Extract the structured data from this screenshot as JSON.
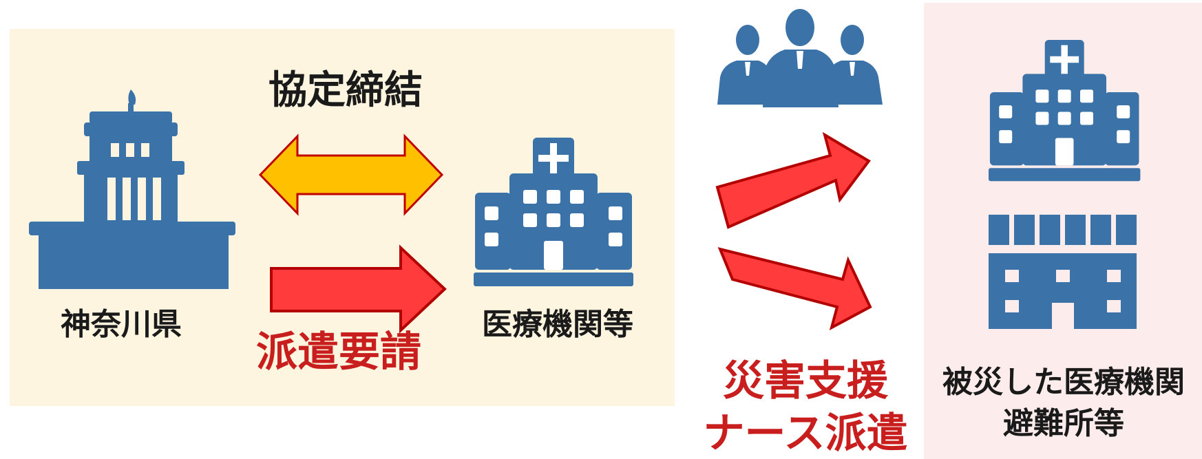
{
  "colors": {
    "icon_blue": "#3b73a9",
    "arrow_red": "#ff3b3b",
    "arrow_red_stroke": "#b30000",
    "arrow_yellow": "#ffc000",
    "arrow_yellow_stroke": "#c00000",
    "panel_left_bg": "#fdf5df",
    "panel_right_bg": "#fdecec",
    "text_red": "#c81e1e"
  },
  "labels": {
    "agreement": "協定締結",
    "prefecture": "神奈川県",
    "dispatch_request": "派遣要請",
    "medical_institutions": "医療機関等",
    "support_line1": "災害支援",
    "support_line2": "ナース派遣",
    "destination_line1": "被災した医療機関",
    "destination_line2": "避難所等"
  },
  "icons": {
    "prefecture": "government-building-icon",
    "hospital": "hospital-icon",
    "nurses": "people-group-icon",
    "destination_hospital": "hospital-icon",
    "shelter": "shelter-building-icon"
  }
}
